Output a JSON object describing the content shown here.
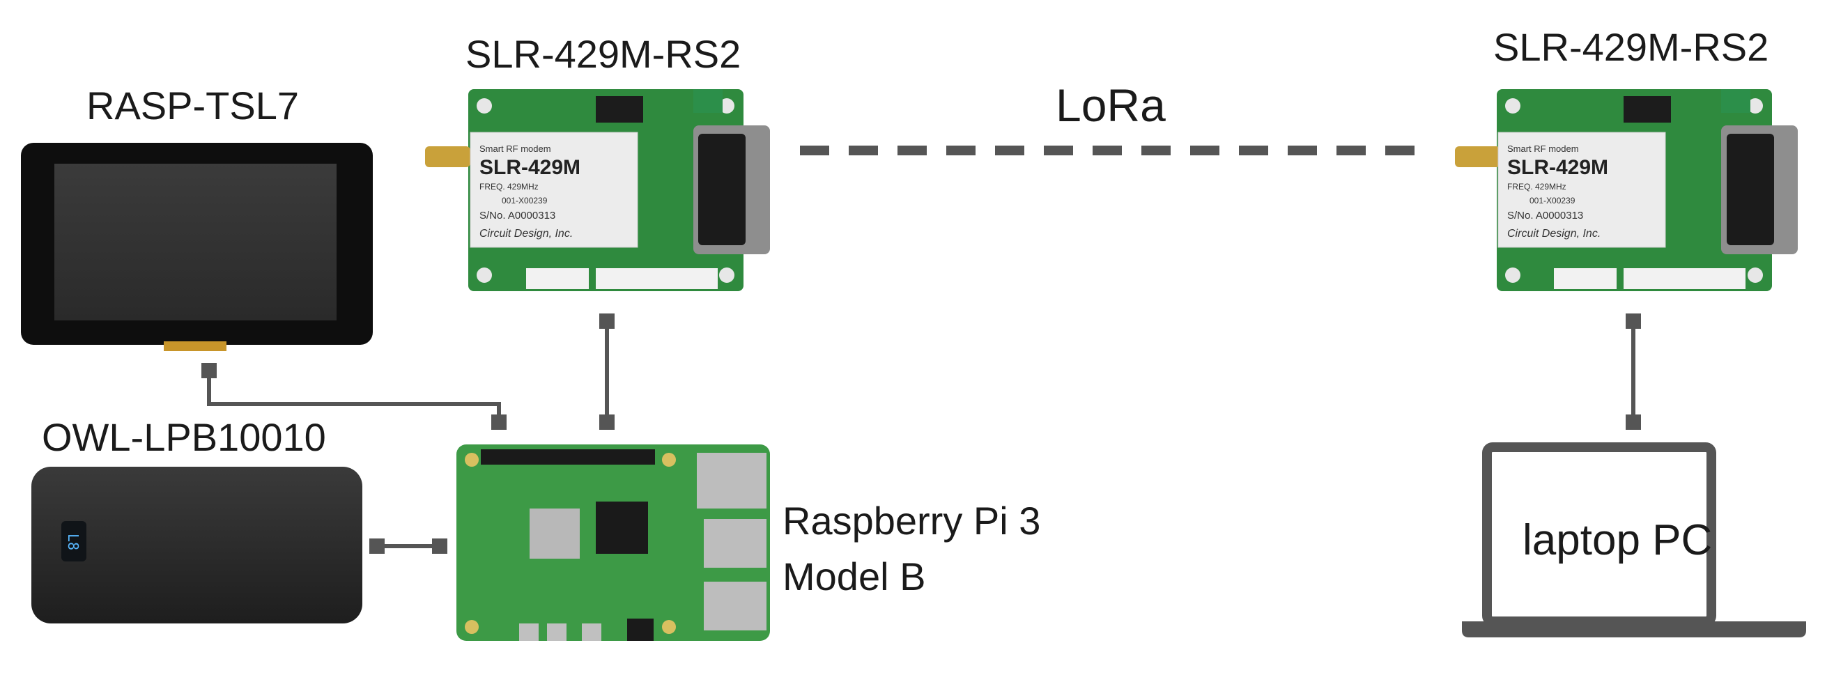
{
  "labels": {
    "tablet": "RASP-TSL7",
    "modem_left": "SLR-429M-RS2",
    "modem_right": "SLR-429M-RS2",
    "link": "LoRa",
    "battery": "OWL-LPB10010",
    "pi_line1": "Raspberry Pi 3",
    "pi_line2": "Model B",
    "laptop": "laptop PC"
  },
  "modem_card": {
    "line1": "Smart RF modem",
    "line2": "SLR-429M",
    "line3": "FREQ. 429MHz",
    "line4": "001-X00239",
    "line5": "S/No. A0000313",
    "line6": "Circuit Design, Inc."
  },
  "colors": {
    "connector": "#555555",
    "pcb_green": "#2f8a3e",
    "tablet_body": "#111111",
    "battery_body": "#2b2b2b",
    "laptop_frame": "#555555"
  }
}
